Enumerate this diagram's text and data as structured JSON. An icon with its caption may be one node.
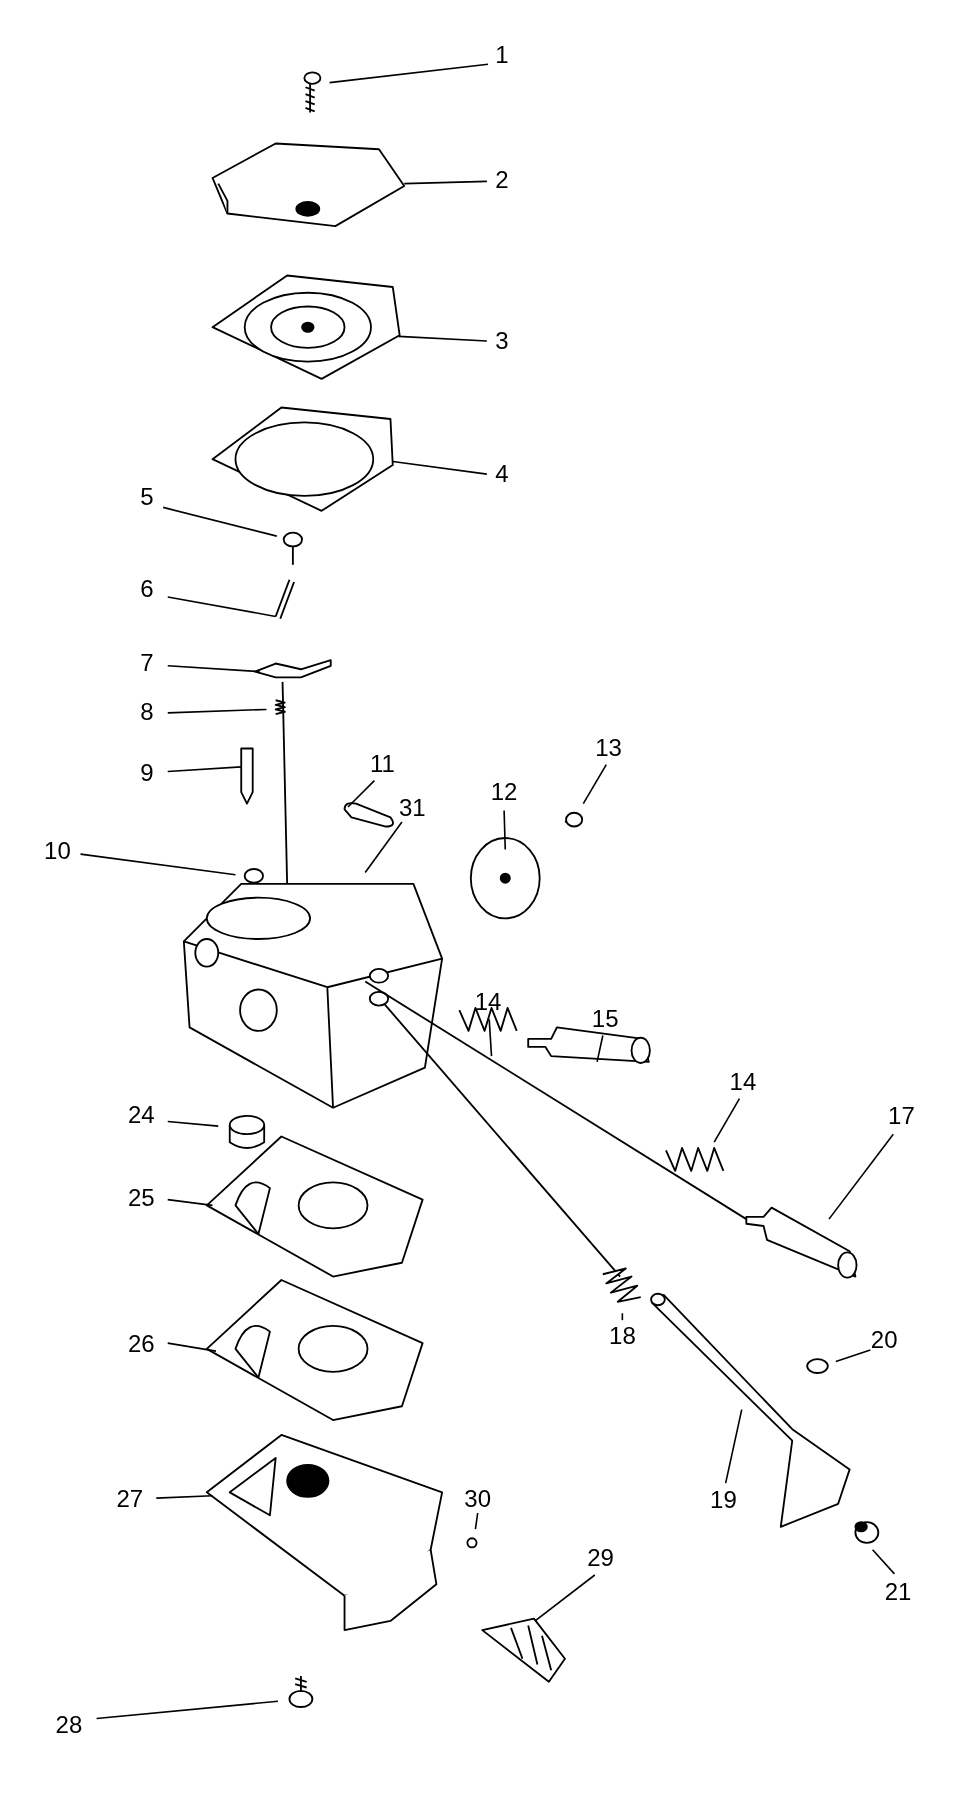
{
  "diagram": {
    "nodes": [
      {
        "text": [
          "1"
        ]
      },
      {
        "text": [
          "2"
        ]
      },
      {
        "text": [
          "3"
        ]
      },
      {
        "text": [
          "4"
        ]
      },
      {
        "text": [
          "5"
        ]
      },
      {
        "text": [
          "6"
        ]
      },
      {
        "text": [
          "7"
        ]
      },
      {
        "text": [
          "8"
        ]
      },
      {
        "text": [
          "9"
        ]
      },
      {
        "text": [
          "11"
        ]
      },
      {
        "text": [
          "13"
        ]
      },
      {
        "text": [
          "12"
        ]
      },
      {
        "text": [
          "31"
        ]
      },
      {
        "text": [
          "10"
        ]
      },
      {
        "text": [
          "14"
        ]
      },
      {
        "text": [
          "15"
        ]
      },
      {
        "text": [
          "14"
        ]
      },
      {
        "text": [
          "17"
        ]
      },
      {
        "text": [
          "24"
        ]
      },
      {
        "text": [
          "25"
        ]
      },
      {
        "text": [
          "18"
        ]
      },
      {
        "text": [
          "20"
        ]
      },
      {
        "text": [
          "26"
        ]
      },
      {
        "text": [
          "19"
        ]
      },
      {
        "text": [
          "27"
        ]
      },
      {
        "text": [
          "30"
        ]
      },
      {
        "text": [
          "29"
        ]
      },
      {
        "text": [
          "21"
        ]
      },
      {
        "text": [
          "28"
        ]
      }
    ],
    "edges": [
      {
        "from": 0,
        "to": null,
        "arrow": "none"
      },
      {
        "from": 1,
        "to": null,
        "arrow": "none"
      },
      {
        "from": 2,
        "to": null,
        "arrow": "none"
      },
      {
        "from": 3,
        "to": null,
        "arrow": "none"
      },
      {
        "from": 4,
        "to": null,
        "arrow": "none"
      },
      {
        "from": 5,
        "to": null,
        "arrow": "none"
      },
      {
        "from": 6,
        "to": null,
        "arrow": "none"
      },
      {
        "from": 7,
        "to": null,
        "arrow": "none"
      },
      {
        "from": 8,
        "to": null,
        "arrow": "none"
      },
      {
        "from": 9,
        "to": null,
        "arrow": "none"
      },
      {
        "from": 10,
        "to": null,
        "arrow": "none"
      },
      {
        "from": 11,
        "to": null,
        "arrow": "none"
      },
      {
        "from": 12,
        "to": null,
        "arrow": "none"
      },
      {
        "from": 13,
        "to": null,
        "arrow": "none"
      },
      {
        "from": 14,
        "to": null,
        "arrow": "none"
      },
      {
        "from": 15,
        "to": null,
        "arrow": "none"
      },
      {
        "from": 16,
        "to": null,
        "arrow": "none"
      },
      {
        "from": 17,
        "to": null,
        "arrow": "none"
      },
      {
        "from": 18,
        "to": null,
        "arrow": "none"
      },
      {
        "from": 19,
        "to": null,
        "arrow": "none"
      },
      {
        "from": 20,
        "to": null,
        "arrow": "none"
      },
      {
        "from": 21,
        "to": null,
        "arrow": "none"
      },
      {
        "from": 22,
        "to": null,
        "arrow": "none"
      },
      {
        "from": 23,
        "to": null,
        "arrow": "none"
      },
      {
        "from": 24,
        "to": null,
        "arrow": "none"
      },
      {
        "from": 25,
        "to": null,
        "arrow": "none"
      },
      {
        "from": 26,
        "to": null,
        "arrow": "none"
      },
      {
        "from": 27,
        "to": null,
        "arrow": "none"
      },
      {
        "from": 28,
        "to": null,
        "arrow": "none"
      }
    ]
  }
}
